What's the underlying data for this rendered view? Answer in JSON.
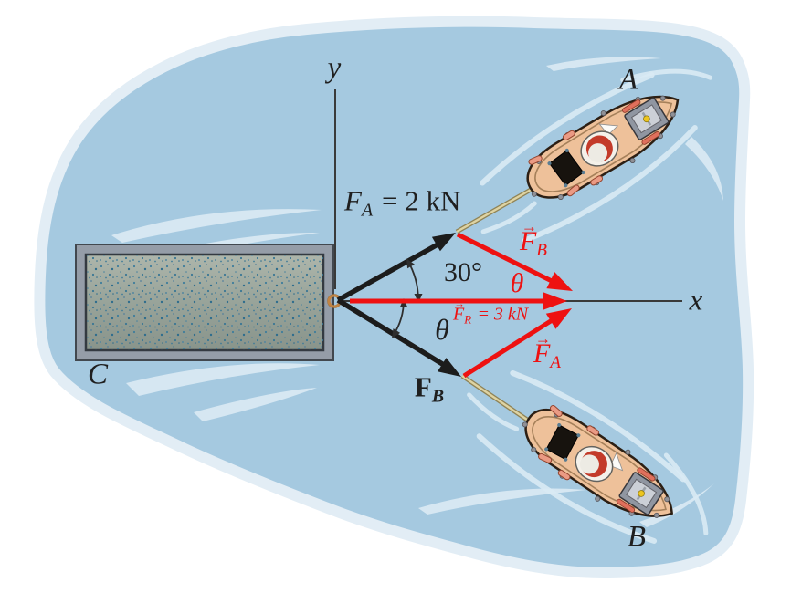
{
  "figure": {
    "description_visible_text_only": true,
    "labels": {
      "axis_y": "y",
      "axis_x": "x",
      "tug_a": "A",
      "tug_b": "B",
      "barge_c": "C",
      "fa_given": {
        "sym": "F",
        "sub": "A",
        "rest": "= 2 kN"
      },
      "angle_30": "30°",
      "theta_red": "θ",
      "theta_black": "θ",
      "fb_vec": {
        "arrow": "→",
        "sym": "F",
        "sub": "B"
      },
      "fa_vec": {
        "arrow": "→",
        "sym": "F",
        "sub": "A"
      },
      "fr_given": {
        "arrow": "→",
        "sym": "F",
        "sub": "R",
        "rest": "= 3 kN"
      },
      "fb_applied": {
        "sym": "F",
        "sub": "B"
      }
    },
    "colors": {
      "water": "#a5c9e0",
      "water_edge": "#e2edf5",
      "wake": "#d6e7f2",
      "force_red": "#ee1111",
      "ink": "#1f1f1f",
      "barge_frame": "#959da8",
      "barge_deck": "#9aa59b",
      "hull": "#eec19a",
      "rope": "#d9cd9d",
      "ring": "#c08444"
    }
  }
}
